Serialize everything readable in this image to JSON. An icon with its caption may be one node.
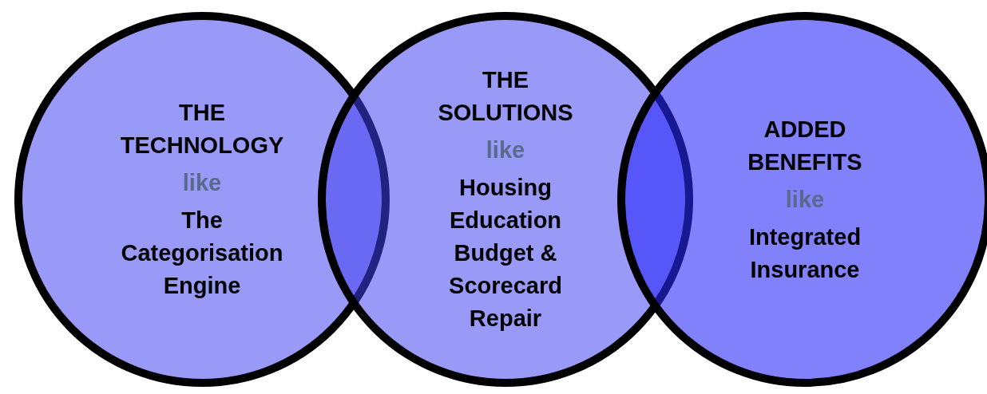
{
  "diagram": {
    "nodes": [
      {
        "text": [
          "THE TECHNOLOGY",
          "like",
          "The Categorisation Engine"
        ]
      },
      {
        "text": [
          "THE SOLUTIONS",
          "like",
          "Housing",
          "Education",
          "Budget & Scorecard Repair"
        ]
      },
      {
        "text": [
          "ADDED BENEFITS",
          "like",
          "Integrated Insurance"
        ]
      }
    ]
  }
}
